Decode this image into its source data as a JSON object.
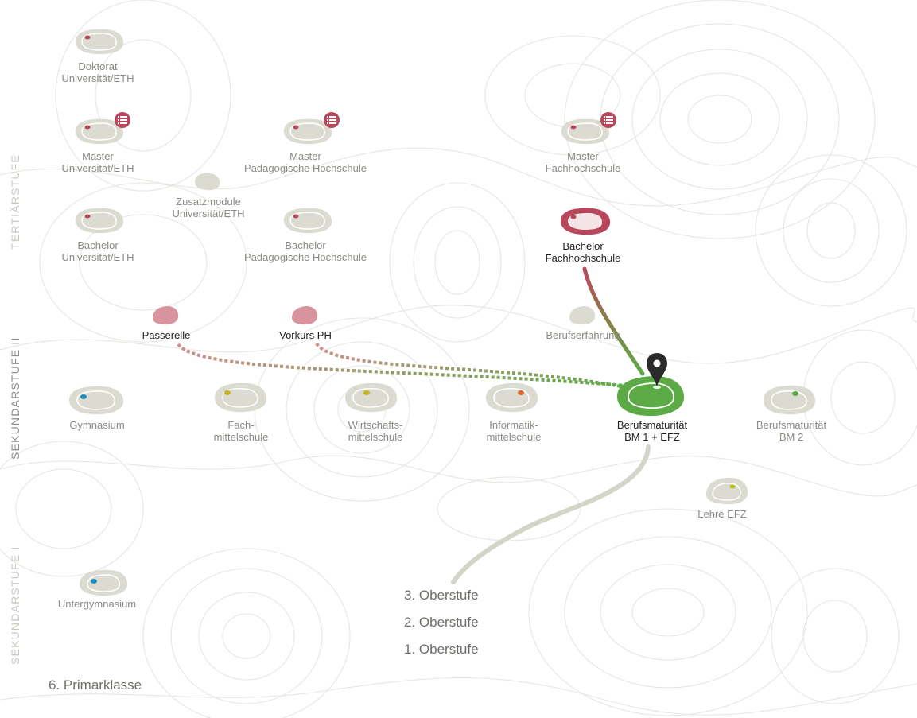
{
  "stages": {
    "tertiaer": "TERTIÄRSTUFE",
    "sek2": "SEKUNDARSTUFE II",
    "sek1": "SEKUNDARSTUFE I"
  },
  "nodes": {
    "doktorat": {
      "line1": "Doktorat",
      "line2": "Universität/ETH"
    },
    "master_uni": {
      "line1": "Master",
      "line2": "Universität/ETH"
    },
    "master_ph": {
      "line1": "Master",
      "line2": "Pädagogische Hochschule"
    },
    "master_fh": {
      "line1": "Master",
      "line2": "Fachhochschule"
    },
    "zusatz": {
      "line1": "Zusatzmodule",
      "line2": "Universität/ETH"
    },
    "bachelor_uni": {
      "line1": "Bachelor",
      "line2": "Universität/ETH"
    },
    "bachelor_ph": {
      "line1": "Bachelor",
      "line2": "Pädagogische Hochschule"
    },
    "bachelor_fh": {
      "line1": "Bachelor",
      "line2": "Fachhochschule"
    },
    "passerelle": {
      "line1": "Passerelle"
    },
    "vorkurs": {
      "line1": "Vorkurs PH"
    },
    "berufserfahrung": {
      "line1": "Berufserfahrung"
    },
    "gymnasium": {
      "line1": "Gymnasium"
    },
    "fms": {
      "line1": "Fach-",
      "line2": "mittelschule"
    },
    "wms": {
      "line1": "Wirtschafts-",
      "line2": "mittelschule"
    },
    "ims": {
      "line1": "Informatik-",
      "line2": "mittelschule"
    },
    "bm1": {
      "line1": "Berufsmaturität",
      "line2": "BM 1 + EFZ"
    },
    "bm2": {
      "line1": "Berufsmaturität",
      "line2": "BM 2"
    },
    "lehre": {
      "line1": "Lehre EFZ"
    },
    "untergym": {
      "line1": "Untergymnasium"
    }
  },
  "levels": {
    "ober3": "3. Oberstufe",
    "ober2": "2. Oberstufe",
    "ober1": "1. Oberstufe",
    "primar6": "6. Primarklasse"
  },
  "colors": {
    "blob": "#dcdbd2",
    "blob_inner": "#ffffff",
    "red": "#b9465a",
    "pink": "#d9939c",
    "green": "#5caa45",
    "teal": "#1d8fbf",
    "yellow": "#c9b519",
    "orange": "#e0642e",
    "lime": "#b7c418",
    "path_grey": "#d5d4c8"
  },
  "icons": [
    "list-icon",
    "location-pin-icon"
  ]
}
